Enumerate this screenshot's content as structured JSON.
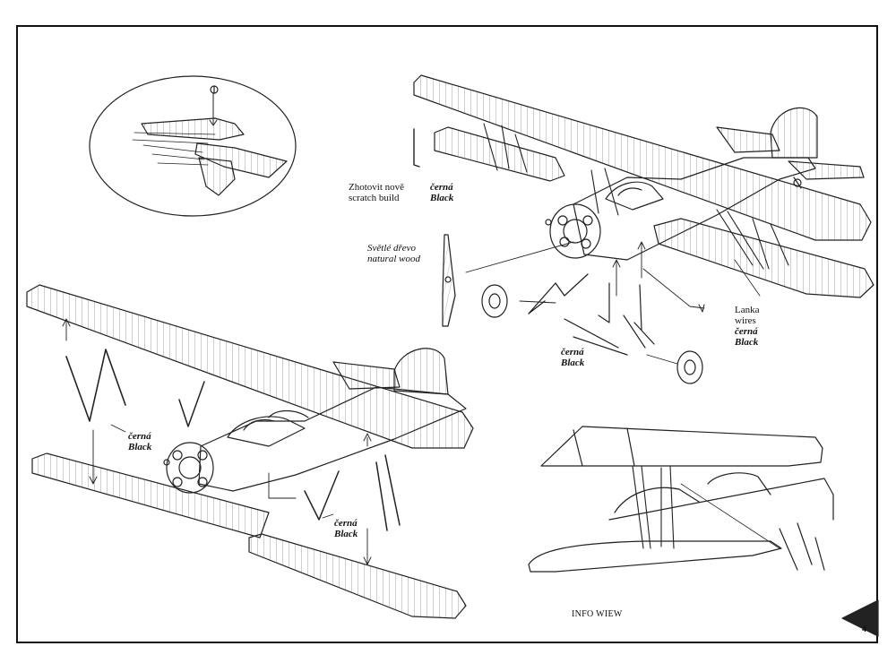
{
  "labels": {
    "scratch_cz": "Zhotovit nově",
    "scratch_en": "scratch build",
    "black_cz": "černá",
    "black_en": "Black",
    "wood_cz": "Světlé dřevo",
    "wood_en": "natural wood",
    "wires_cz": "Lanka",
    "wires_en": "wires",
    "info_view": "INFO WIEW",
    "page_number": "4"
  }
}
